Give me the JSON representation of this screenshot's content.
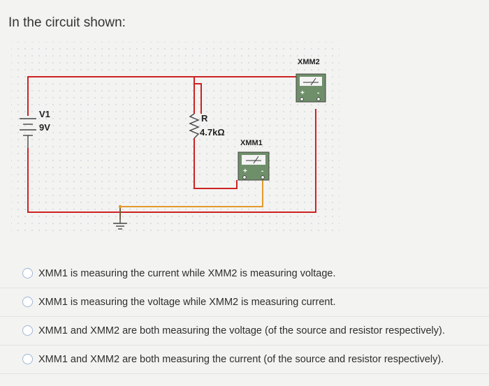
{
  "question": "In the circuit shown:",
  "circuit": {
    "source_name": "V1",
    "source_value": "9V",
    "resistor_name": "R",
    "resistor_value": "4.7kΩ",
    "meter1_name": "XMM1",
    "meter2_name": "XMM2",
    "meter_plus": "+",
    "meter_minus": "-"
  },
  "options": [
    {
      "label": "XMM1 is measuring the current while XMM2 is measuring voltage."
    },
    {
      "label": "XMM1 is measuring the voltage while XMM2 is measuring current."
    },
    {
      "label": "XMM1 and XMM2 are both measuring the voltage (of the source and resistor respectively)."
    },
    {
      "label": "XMM1 and XMM2 are both measuring the current (of the source and resistor respectively)."
    }
  ],
  "colors": {
    "wire_red": "#cc2222",
    "wire_orange": "#e39a2a",
    "meter_green": "#6f8f6a",
    "grid_dot": "#c9ced8"
  }
}
